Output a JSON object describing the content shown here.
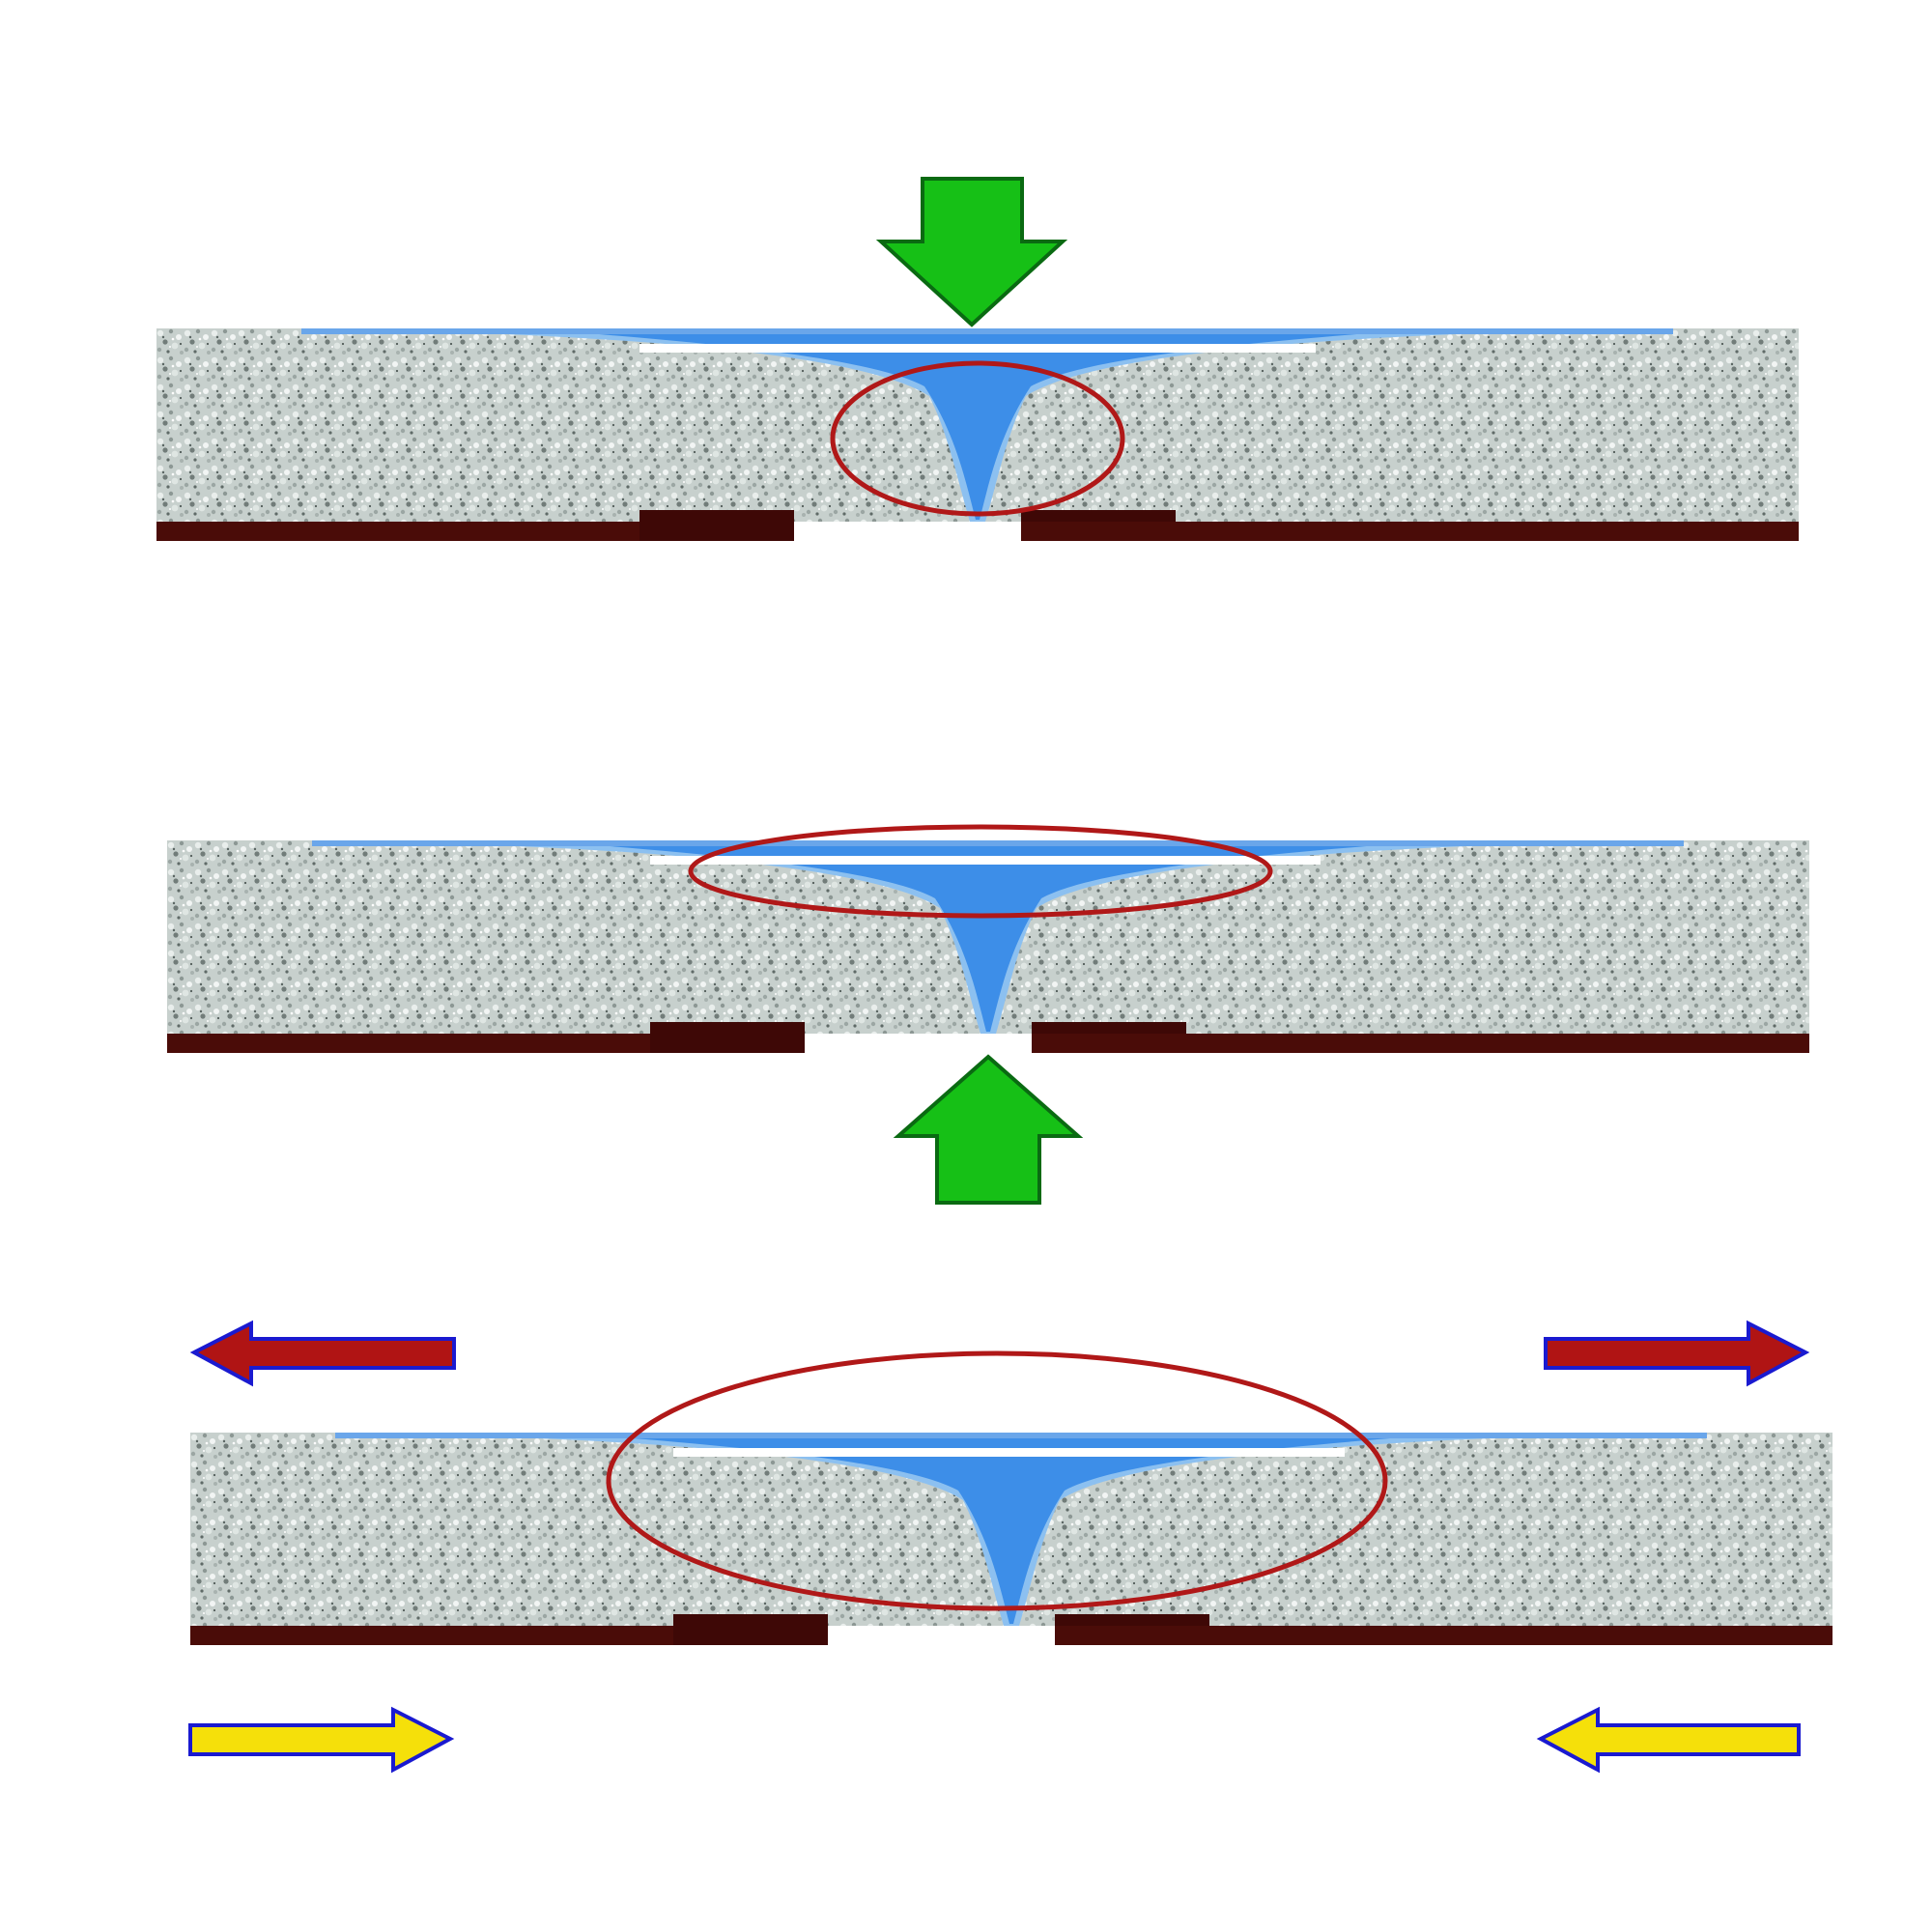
{
  "figure": {
    "panels": [
      {
        "id": "panel-1",
        "force_arrows": [
          {
            "kind": "load",
            "direction": "down",
            "color": "#16c016"
          }
        ],
        "highlight": "crack-tip"
      },
      {
        "id": "panel-2",
        "force_arrows": [
          {
            "kind": "load",
            "direction": "up",
            "color": "#16c016"
          }
        ],
        "highlight": "surface-film"
      },
      {
        "id": "panel-3",
        "force_arrows": [
          {
            "kind": "tension",
            "direction": "left",
            "color": "#b01414"
          },
          {
            "kind": "tension",
            "direction": "right",
            "color": "#b01414"
          },
          {
            "kind": "compression",
            "direction": "right",
            "color": "#f5e00a"
          },
          {
            "kind": "compression",
            "direction": "left",
            "color": "#f5e00a"
          }
        ],
        "highlight": "whole-zone"
      }
    ],
    "colors": {
      "substrate": "#c6cfcc",
      "fill": "#3d8ee8",
      "fill_light": "#8cc0f0",
      "film": "#ffffff",
      "base_strip": "#4a0c08",
      "highlight_ellipse": "#b01818",
      "arrow_outline_green": "#0a6a12",
      "arrow_outline_blue": "#1a1ad0"
    }
  }
}
